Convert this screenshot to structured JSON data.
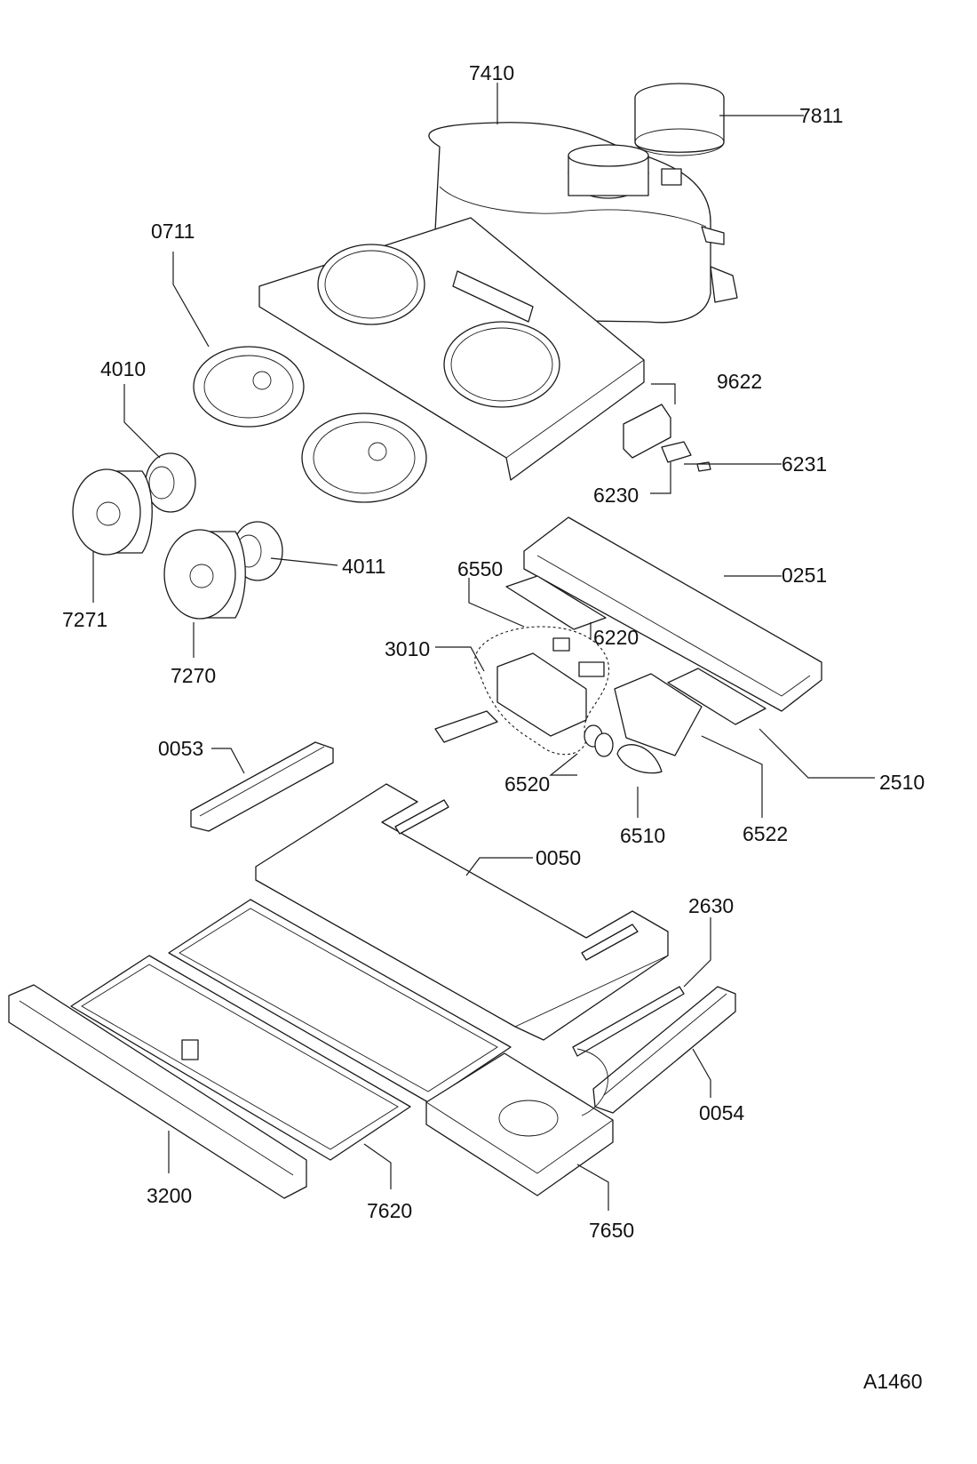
{
  "diagram_code": "A1460",
  "parts": {
    "p7410": "7410",
    "p7811": "7811",
    "p0711": "0711",
    "p4010": "4010",
    "p9622": "9622",
    "p6231": "6231",
    "p6230": "6230",
    "p7271": "7271",
    "p4011": "4011",
    "p0251": "0251",
    "p6550": "6550",
    "p6220": "6220",
    "p3010": "3010",
    "p7270": "7270",
    "p0053": "0053",
    "p6520": "6520",
    "p2510": "2510",
    "p6510": "6510",
    "p6522": "6522",
    "p0050": "0050",
    "p2630": "2630",
    "p0054": "0054",
    "p3200": "3200",
    "p7620": "7620",
    "p7650": "7650"
  }
}
